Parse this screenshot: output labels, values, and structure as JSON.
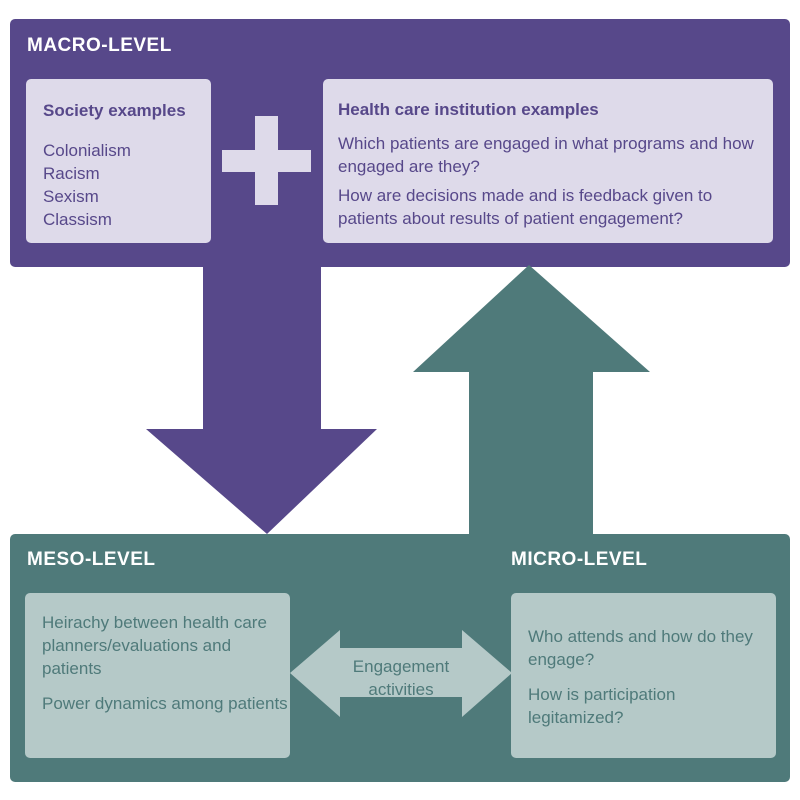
{
  "colors": {
    "macro": "#57488a",
    "macro_box": "#dedaea",
    "teal": "#4f7a7a",
    "teal_box": "#b5c9c8"
  },
  "macro": {
    "title": "MACRO-LEVEL",
    "society": {
      "heading": "Society examples",
      "items": [
        "Colonialism",
        "Racism",
        "Sexism",
        "Classism"
      ]
    },
    "plus_icon": "plus-icon",
    "institution": {
      "heading": "Health care institution examples",
      "items": [
        "Which patients are engaged in what programs and how engaged are they?",
        "How are decisions made and is feedback given to patients about results of patient engagement?"
      ]
    }
  },
  "meso": {
    "title": "MESO-LEVEL",
    "items": [
      "Heirachy between health care planners/evaluations and patients",
      "Power dynamics among patients"
    ]
  },
  "micro": {
    "title": "MICRO-LEVEL",
    "items": [
      "Who attends and how do they engage?",
      "How is participation legitamized?"
    ]
  },
  "connector": {
    "label_line1": "Engagement",
    "label_line2": "activities"
  }
}
